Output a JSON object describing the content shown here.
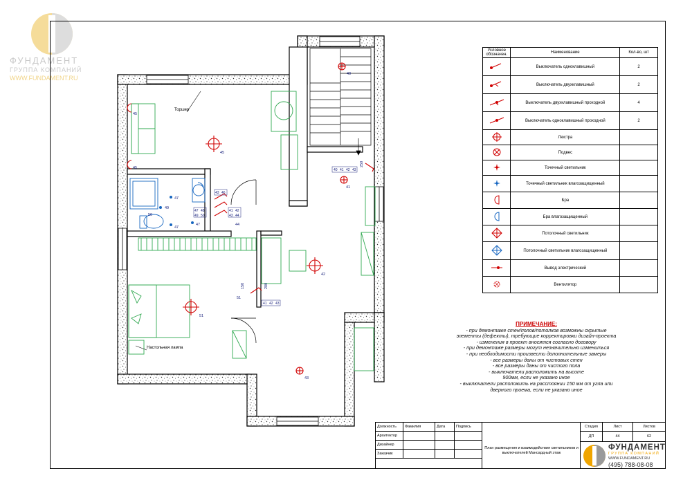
{
  "company": {
    "name": "ФУНДАМЕНТ",
    "subtitle": "ГРУППА КОМПАНИЙ",
    "url": "WWW.FUNDAMENT.RU",
    "phone": "(495) 788-08-08",
    "brand_orange": "#f0a500",
    "brand_grey": "#9a9a9a"
  },
  "plan": {
    "label_torsher": "Торшер",
    "label_lamp": "Настольная лампа",
    "wall_color": "#000000",
    "furniture_color": "#2fa84f",
    "electric_color": "#d10000",
    "water_color": "#1565c0",
    "numbers": {
      "n40a": "40",
      "n45a": "45",
      "n45b": "45",
      "n45c": "45",
      "n41a": "41",
      "n42a": "42",
      "n47a": "47",
      "n47b": "47",
      "n47c": "47",
      "n49a": "49",
      "n50a": "50",
      "n51a": "51",
      "n43a": "43",
      "n44a": "44",
      "n150": "150",
      "n200": "200",
      "n250": "250",
      "n51b": "51"
    },
    "tags": {
      "t1": [
        "40",
        "41",
        "42",
        "43"
      ],
      "t2": [
        "47",
        "48",
        "49",
        "50"
      ],
      "t3": [
        "41",
        "42",
        "43",
        "44"
      ],
      "t4": [
        "43",
        "46"
      ],
      "t5": [
        "41",
        "42",
        "43"
      ]
    }
  },
  "legend": {
    "headers": [
      "Условное обозначен.",
      "Наименование",
      "Кол-во, шт"
    ],
    "rows": [
      {
        "icon": "switch-single-icon",
        "name": "Выключатель одноклавишный",
        "qty": "2"
      },
      {
        "icon": "switch-double-icon",
        "name": "Выключатель двухклавишный",
        "qty": "2"
      },
      {
        "icon": "switch-double-pass-icon",
        "name": "Выключатель двухклавишный проходной",
        "qty": "4"
      },
      {
        "icon": "switch-single-pass-icon",
        "name": "Выключатель одноклавишный проходной",
        "qty": "2"
      },
      {
        "icon": "chandelier-icon",
        "name": "Люстра",
        "qty": ""
      },
      {
        "icon": "pendant-icon",
        "name": "Подвес",
        "qty": ""
      },
      {
        "icon": "spotlight-icon",
        "name": "Точечный светильник",
        "qty": ""
      },
      {
        "icon": "spotlight-waterproof-icon",
        "name": "Точечный светильник влагозащищенный",
        "qty": ""
      },
      {
        "icon": "sconce-icon",
        "name": "Бра",
        "qty": ""
      },
      {
        "icon": "sconce-waterproof-icon",
        "name": "Бра влагозащищенный",
        "qty": ""
      },
      {
        "icon": "ceiling-lamp-icon",
        "name": "Потолочный светильник",
        "qty": ""
      },
      {
        "icon": "ceiling-lamp-waterproof-icon",
        "name": "Потолочный светильник влагозащищенный",
        "qty": ""
      },
      {
        "icon": "electric-outlet-icon",
        "name": "Вывод электрический",
        "qty": ""
      },
      {
        "icon": "fan-icon",
        "name": "Вентилятор",
        "qty": ""
      }
    ]
  },
  "notes": {
    "title": "ПРИМЕЧАНИЕ:",
    "lines": [
      "- при демонтаже стен/полов/потолков возможны скрытые",
      "элементы (дефекты), требующие корректировки дизайн-проекта",
      "- изменения в проект вносятся согласно договору",
      "- при демонтаже размеры могут незначительно измениться",
      "- при необходимости произвести дополнительные замеры",
      "- все размеры даны от чистовых стен",
      "- все размеры даны от чистого пола",
      "- выключатели расположить на высоте",
      "900мм, если не указано иное",
      "- выключатели расположить на расстоянии 150 мм от угла или",
      "дверного проема, если не указано иное"
    ]
  },
  "stamp": {
    "col_headers": [
      "Должность",
      "Фамилия",
      "Дата",
      "Подпись"
    ],
    "roles": [
      "Архитектор",
      "Дизайнер",
      "Заказчик"
    ],
    "stage_label": "Стадия",
    "sheet_label": "Лист",
    "sheets_label": "Листов",
    "stage": "ДП",
    "sheet": "44",
    "sheets": "62",
    "description": "План размещения и взаимодействия светильников и выключателей Мансардный этаж"
  }
}
